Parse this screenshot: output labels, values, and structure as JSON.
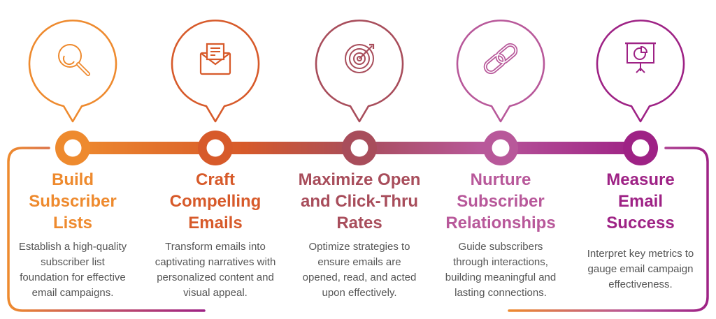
{
  "colors": [
    "#EE8A2E",
    "#D75A2A",
    "#A84D5B",
    "#B8589A",
    "#9E2285"
  ],
  "steps": [
    {
      "icon": "magnifier-icon",
      "title": "Build\nSubscriber\nLists",
      "desc": "Establish a high-quality\nsubscriber list\nfoundation for effective\nemail campaigns.",
      "color": "#EE8A2E"
    },
    {
      "icon": "envelope-letter-icon",
      "title": "Craft\nCompelling\nEmails",
      "desc": "Transform emails into\ncaptivating narratives with\npersonalized content and\nvisual appeal.",
      "color": "#D75A2A"
    },
    {
      "icon": "target-icon",
      "title": "Maximize Open\nand Click-Thru\nRates",
      "desc": "Optimize strategies to\nensure emails are\nopened, read, and  acted\nupon effectively.",
      "color": "#A84D5B"
    },
    {
      "icon": "chain-link-icon",
      "title": "Nurture\nSubscriber\nRelationships",
      "desc": "Guide subscribers\nthrough interactions,\nbuilding meaningful and\nlasting connections.",
      "color": "#B8589A"
    },
    {
      "icon": "presentation-chart-icon",
      "title": "Measure\nEmail\nSuccess",
      "desc": "Interpret key metrics to\ngauge email campaign\neffectiveness.",
      "color": "#9E2285"
    }
  ]
}
